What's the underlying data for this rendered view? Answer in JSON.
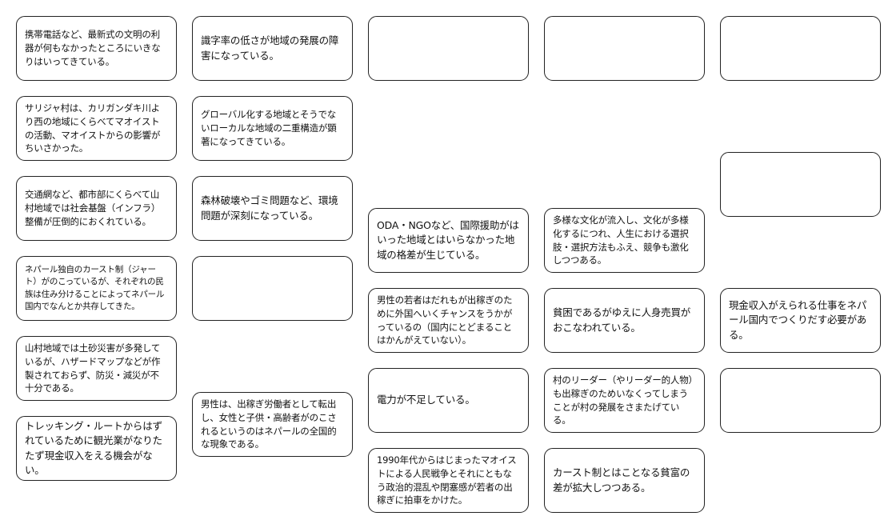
{
  "cards": {
    "c1": "携帯電話など、最新式の文明の利器が何もなかったところにいきなりはいってきている。",
    "c2": "サリジャ村は、カリガンダキ川より西の地域にくらべてマオイストの活動、マオイストからの影響がちいさかった。",
    "c3": "交通網など、都市部にくらべて山村地域では社会基盤（インフラ）整備が圧倒的におくれている。",
    "c4": "ネパール独自のカースト制（ジャート）がのこっているが、それぞれの民族は住み分けることによってネパール国内でなんとか共存してきた。",
    "c5": "山村地域では土砂災害が多発しているが、ハザードマップなどが作製されておらず、防災・減災が不十分である。",
    "c6": "トレッキング・ルートからはずれているために観光業がなりたたず現金収入をえる機会がない。",
    "c7": "識字率の低さが地域の発展の障害になっている。",
    "c8": "グローバル化する地域とそうでないローカルな地域の二重構造が顕著になってきている。",
    "c9": "森林破壊やゴミ問題など、環境問題が深刻になっている。",
    "c10": "男性は、出稼ぎ労働者として転出し、女性と子供・高齢者がのこされるというのはネパールの全国的な現象である。",
    "c11": "ODA・NGOなど、国際援助がはいった地域とはいらなかった地域の格差が生じている。",
    "c12": "男性の若者はだれもが出稼ぎのために外国へいくチャンスをうかがっているの（国内にとどまることはかんがえていない）。",
    "c13": "電力が不足している。",
    "c14": "1990年代からはじまったマオイストによる人民戦争とそれにともなう政治的混乱や閉塞感が若者の出稼ぎに拍車をかけた。",
    "c15": "多様な文化が流入し、文化が多様化するにつれ、人生における選択肢・選択方法もふえ、競争も激化しつつある。",
    "c16": "貧困であるがゆえに人身売買がおこなわれている。",
    "c17": "村のリーダー（やリーダー的人物）も出稼ぎのためいなくってしまうことが村の発展をさまたげている。",
    "c18": "カースト制とはことなる貧富の差が拡大しつつある。",
    "c19": "現金収入がえられる仕事をネパール国内でつくりだす必要がある。"
  }
}
